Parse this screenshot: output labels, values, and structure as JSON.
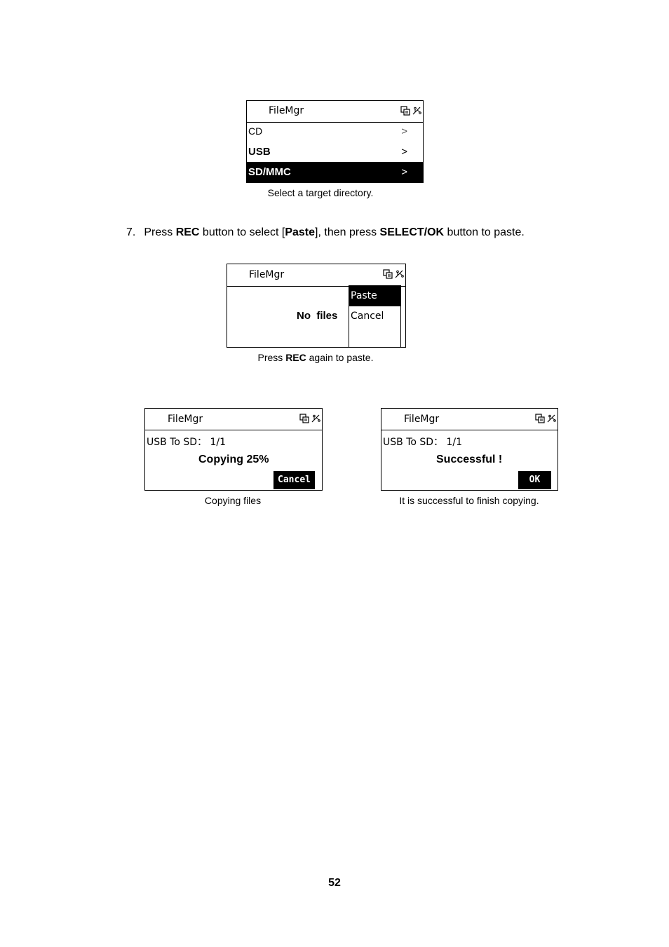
{
  "screen1": {
    "title": "FileMgr",
    "items": [
      {
        "label": "CD",
        "chevron": ">"
      },
      {
        "label": "USB",
        "chevron": ">"
      },
      {
        "label": "SD/MMC",
        "chevron": ">"
      }
    ],
    "caption": "Select a target directory."
  },
  "step7": {
    "number": "7.",
    "t1": "Press ",
    "b1": "REC",
    "t2": " button to select [",
    "b2": "Paste",
    "t3": "], then press ",
    "b3": "SELECT/OK",
    "t4": " button to paste."
  },
  "screen2": {
    "title": "FileMgr",
    "message": "No  files",
    "menu": [
      "Paste",
      "Cancel"
    ],
    "caption_pre": "Press ",
    "caption_bold": "REC",
    "caption_post": " again to paste."
  },
  "screen3": {
    "title": "FileMgr",
    "line": "USB To SD： 1/1",
    "status": "Copying 25%",
    "button": "Cancel",
    "caption": "Copying files"
  },
  "screen4": {
    "title": "FileMgr",
    "line": "USB To SD： 1/1",
    "status": "Successful !",
    "button": "OK",
    "caption": "It is successful to finish copying."
  },
  "page_number": "52",
  "icons": {
    "copy": "copy-icon",
    "usb": "usb-icon"
  }
}
